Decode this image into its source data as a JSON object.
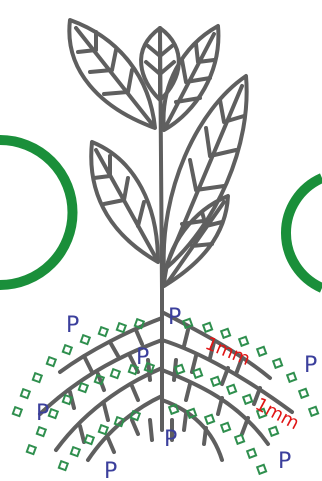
{
  "colors": {
    "plant_outline": "#5f5f5f",
    "ring_green": "#1a8f3a",
    "nutrient_square": "#2f8f4e",
    "nutrient_label": "#3b3f9c",
    "distance_label": "#e01515",
    "background": "#ffffff"
  },
  "labels": {
    "nutrient": [
      {
        "text": "P"
      },
      {
        "text": "P"
      },
      {
        "text": "P"
      },
      {
        "text": "P"
      },
      {
        "text": "P"
      },
      {
        "text": "P"
      },
      {
        "text": "P"
      },
      {
        "text": "P"
      }
    ],
    "distance": [
      {
        "text": "1mm"
      },
      {
        "text": "1mm"
      }
    ]
  },
  "icons": {
    "plant": "plant-icon",
    "ring_left": "ring-icon",
    "ring_right": "ring-icon"
  }
}
